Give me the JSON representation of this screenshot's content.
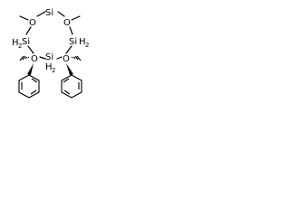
{
  "diagram": {
    "type": "chemical-structure",
    "atoms": {
      "si_top": {
        "element": "Si",
        "hydrogens": ""
      },
      "o_left": {
        "element": "O"
      },
      "o_right": {
        "element": "O"
      },
      "si_left": {
        "element": "Si",
        "h_prefix": "H",
        "h_count": "2"
      },
      "si_right": {
        "element": "Si",
        "h_prefix": "H",
        "h_count": "2"
      },
      "o_bottom_left": {
        "element": "O"
      },
      "o_bottom_right": {
        "element": "O"
      },
      "si_bottom": {
        "element": "Si",
        "h_prefix": "H",
        "h_count": "2"
      }
    },
    "substituents": [
      "methyl",
      "methyl",
      "methyl",
      "methyl",
      "phenyl",
      "phenyl"
    ]
  }
}
